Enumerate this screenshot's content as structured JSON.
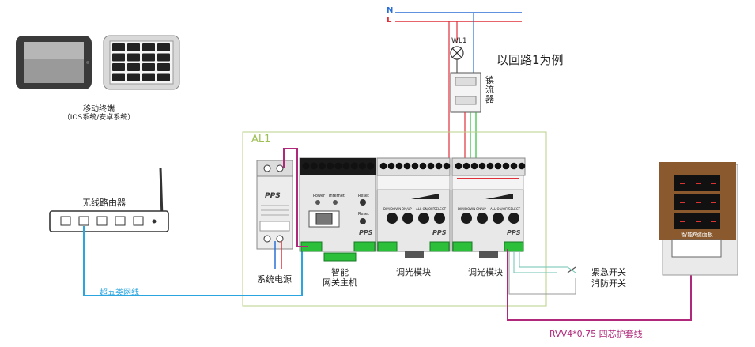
{
  "power": {
    "n_label": "N",
    "l_label": "L"
  },
  "lamp": {
    "label": "WL1"
  },
  "ballast": {
    "label": "镇流器"
  },
  "example_note": "以回路1为例",
  "mobile_terminal": {
    "label": "移动终端",
    "sub_label": "（IOS系统/安卓系统）"
  },
  "router": {
    "label": "无线路由器"
  },
  "enclosure": {
    "label": "AL1"
  },
  "power_supply": {
    "label": "系统电源",
    "brand": "PPS"
  },
  "gateway": {
    "label_line1": "智能",
    "label_line2": "网关主机",
    "brand": "PPS",
    "led_labels": [
      "Power",
      "Internet",
      "Reset",
      "Reset"
    ]
  },
  "dimmers": [
    {
      "label": "调光模块",
      "brand": "PPS",
      "button_labels": [
        "DIM/DOWN",
        "ON/UP",
        "ALL ON/OFF",
        "SELECT"
      ]
    },
    {
      "label": "调光模块",
      "brand": "PPS",
      "button_labels": [
        "DIM/DOWN",
        "ON/UP",
        "ALL ON/OFF",
        "SELECT"
      ]
    }
  ],
  "emergency_switch": {
    "line1": "紧急开关",
    "line2": "消防开关"
  },
  "keypad": {
    "label": "智能6键面板"
  },
  "cable_labels": {
    "network": "超五类网线",
    "bus": "RVV4*0.75 四芯护套线"
  },
  "colors": {
    "neutral": "#2b6fd6",
    "live": "#e0303a",
    "enclosure": "#b9cf8a",
    "network": "#2aa5e0",
    "bus": "#b0287a",
    "module": "#e8e8e8",
    "keypad_wood": "#8a5a2e",
    "green": "#2bbf3a"
  }
}
